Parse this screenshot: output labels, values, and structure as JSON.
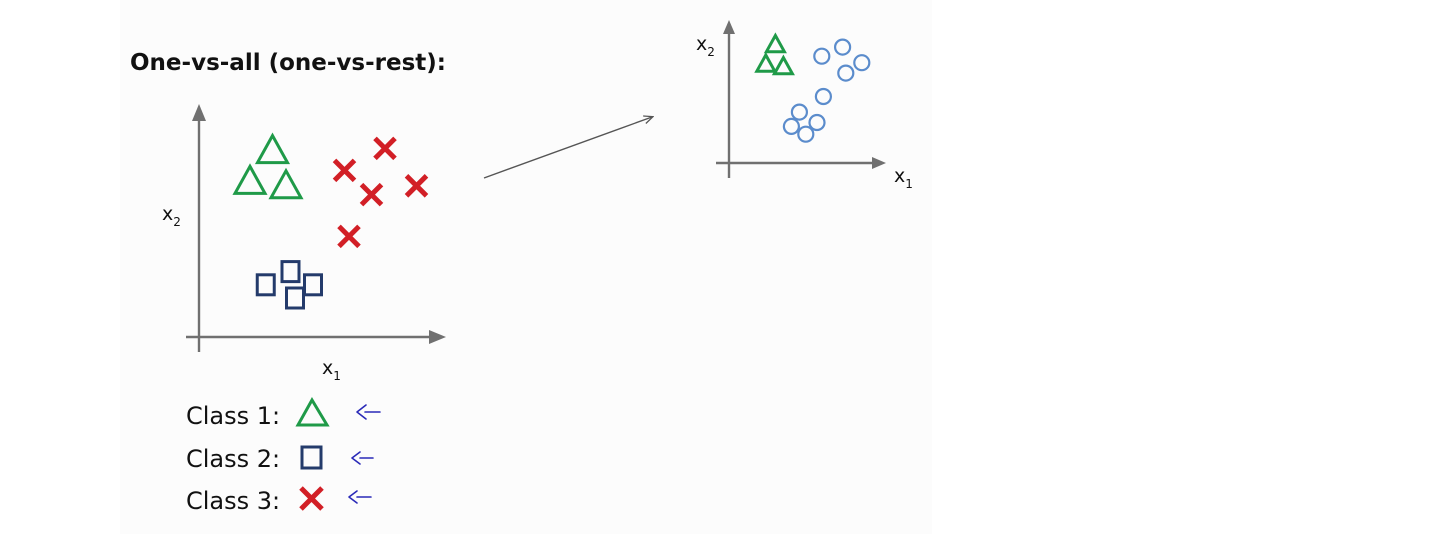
{
  "title": "One-vs-all (one-vs-rest):",
  "main_plot": {
    "x_axis_label": {
      "base": "x",
      "sub": "1"
    },
    "y_axis_label": {
      "base": "x",
      "sub": "2"
    },
    "class1_triangles": [
      [
        3,
        8.2
      ],
      [
        2,
        6.8
      ],
      [
        3.6,
        6.6
      ]
    ],
    "class2_squares": [
      [
        3.8,
        2.7
      ],
      [
        2.7,
        2.1
      ],
      [
        4.8,
        2.1
      ],
      [
        4,
        1.5
      ]
    ],
    "class3_crosses": [
      [
        8,
        8.3
      ],
      [
        6.2,
        7.3
      ],
      [
        9.4,
        6.6
      ],
      [
        7.4,
        6.2
      ],
      [
        6.4,
        4.3
      ]
    ]
  },
  "legend": [
    {
      "label": "Class 1:",
      "marker": "triangle",
      "color": "#1f9a48"
    },
    {
      "label": "Class 2:",
      "marker": "square",
      "color": "#243b6b"
    },
    {
      "label": "Class 3:",
      "marker": "cross",
      "color": "#d21f26"
    }
  ],
  "side_plot": {
    "x_axis_label": {
      "base": "x",
      "sub": "1"
    },
    "y_axis_label": {
      "base": "x",
      "sub": "2"
    },
    "triangles": [
      [
        2.4,
        8.5
      ],
      [
        1.8,
        7
      ],
      [
        2.9,
        6.8
      ]
    ],
    "circles": [
      [
        5.3,
        7.6
      ],
      [
        6.6,
        8.3
      ],
      [
        7.8,
        7.1
      ],
      [
        6.8,
        6.3
      ],
      [
        5.4,
        4.5
      ],
      [
        3.9,
        3.3
      ],
      [
        5,
        2.5
      ],
      [
        3.4,
        2.2
      ],
      [
        4.3,
        1.6
      ]
    ]
  },
  "colors": {
    "triangle": "#1f9a48",
    "square": "#243b6b",
    "cross": "#d21f26",
    "circle": "#5b8ccc",
    "annotation": "#2a2ab8"
  }
}
